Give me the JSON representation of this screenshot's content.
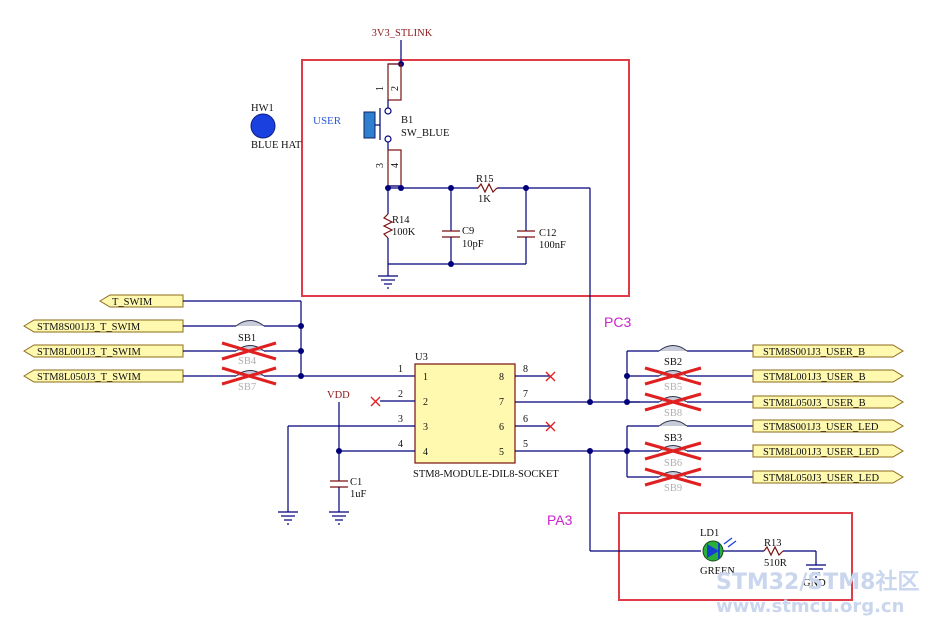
{
  "nets": {
    "vcc": "3V3_STLINK",
    "vdd": "VDD",
    "gnd": "GND",
    "pc3": "PC3",
    "pa3": "PA3"
  },
  "parts": {
    "hw1": {
      "ref": "HW1",
      "value": "BLUE HAT"
    },
    "b1": {
      "ref": "B1",
      "value": "SW_BLUE",
      "tag": "USER",
      "pins": [
        "1",
        "2",
        "3",
        "4"
      ]
    },
    "r14": {
      "ref": "R14",
      "value": "100K"
    },
    "r15": {
      "ref": "R15",
      "value": "1K"
    },
    "c9": {
      "ref": "C9",
      "value": "10pF"
    },
    "c12": {
      "ref": "C12",
      "value": "100nF"
    },
    "c1": {
      "ref": "C1",
      "value": "1uF"
    },
    "u3": {
      "ref": "U3",
      "value": "STM8-MODULE-DIL8-SOCKET",
      "pins": [
        "1",
        "2",
        "3",
        "4",
        "5",
        "6",
        "7",
        "8"
      ]
    },
    "ld1": {
      "ref": "LD1",
      "value": "GREEN"
    },
    "r13": {
      "ref": "R13",
      "value": "510R"
    }
  },
  "solder_bridges": [
    "SB1",
    "SB4",
    "SB7",
    "SB2",
    "SB5",
    "SB8",
    "SB3",
    "SB6",
    "SB9"
  ],
  "ports_left": [
    "T_SWIM",
    "STM8S001J3_T_SWIM",
    "STM8L001J3_T_SWIM",
    "STM8L050J3_T_SWIM"
  ],
  "ports_right": [
    "STM8S001J3_USER_B",
    "STM8L001J3_USER_B",
    "STM8L050J3_USER_B",
    "STM8S001J3_USER_LED",
    "STM8L001J3_USER_LED",
    "STM8L050J3_USER_LED"
  ],
  "watermark": {
    "line1": "STM32/STM8社区",
    "line2": "www.stmcu.org.cn"
  }
}
